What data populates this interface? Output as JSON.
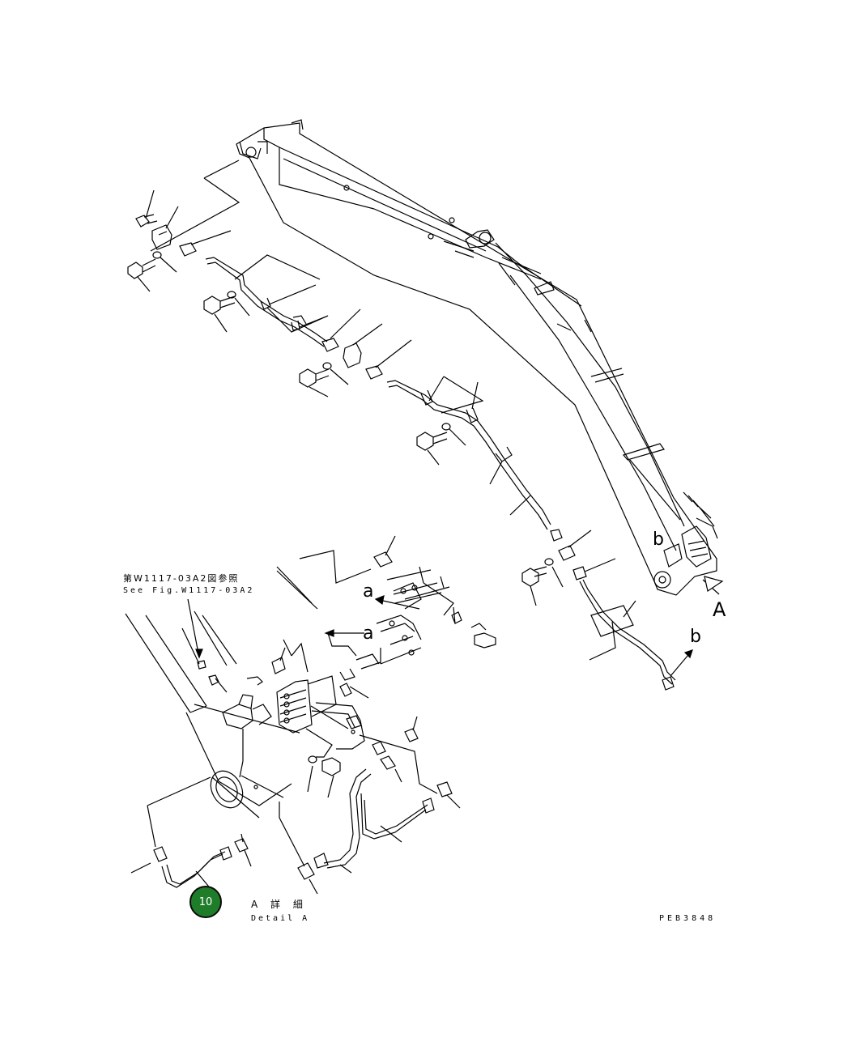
{
  "reference": {
    "jp": "第W1117-03A2図参照",
    "en": "See Fig.W1117-03A2"
  },
  "detail": {
    "jp": "A 詳 細",
    "en": "Detail A"
  },
  "drawing_number": "PEB3848",
  "view_labels": {
    "a_upper": "a",
    "a_lower": "a",
    "b_arm": "b",
    "b_pipe": "b",
    "A_view": "A"
  },
  "callout": {
    "number": "10",
    "color": "#1f7d2a"
  }
}
